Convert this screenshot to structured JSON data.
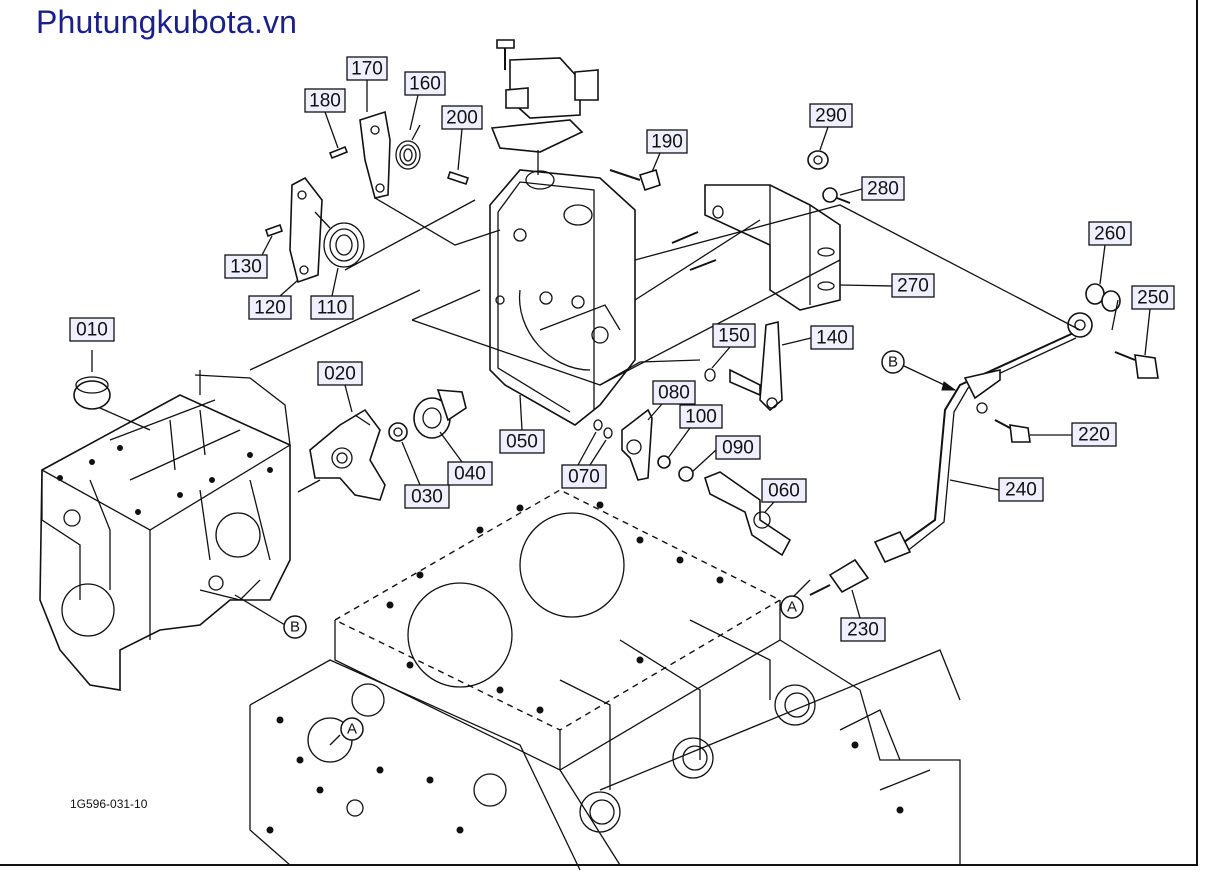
{
  "site": {
    "title": "Phutungkubota.vn"
  },
  "drawing_code": "1G596-031-10",
  "callouts": {
    "c010": "010",
    "c020": "020",
    "c030": "030",
    "c040": "040",
    "c050": "050",
    "c060": "060",
    "c070": "070",
    "c080": "080",
    "c090": "090",
    "c100": "100",
    "c110": "110",
    "c120": "120",
    "c130": "130",
    "c140": "140",
    "c150": "150",
    "c160": "160",
    "c170": "170",
    "c180": "180",
    "c190": "190",
    "c200": "200",
    "c220": "220",
    "c230": "230",
    "c240": "240",
    "c250": "250",
    "c260": "260",
    "c270": "270",
    "c280": "280",
    "c290": "290"
  },
  "refs": {
    "a1": "A",
    "a2": "A",
    "b1": "B",
    "b2": "B"
  },
  "colors": {
    "title": "#1b1f8a",
    "tag_fill": "#eef0ff",
    "line": "#111111"
  }
}
